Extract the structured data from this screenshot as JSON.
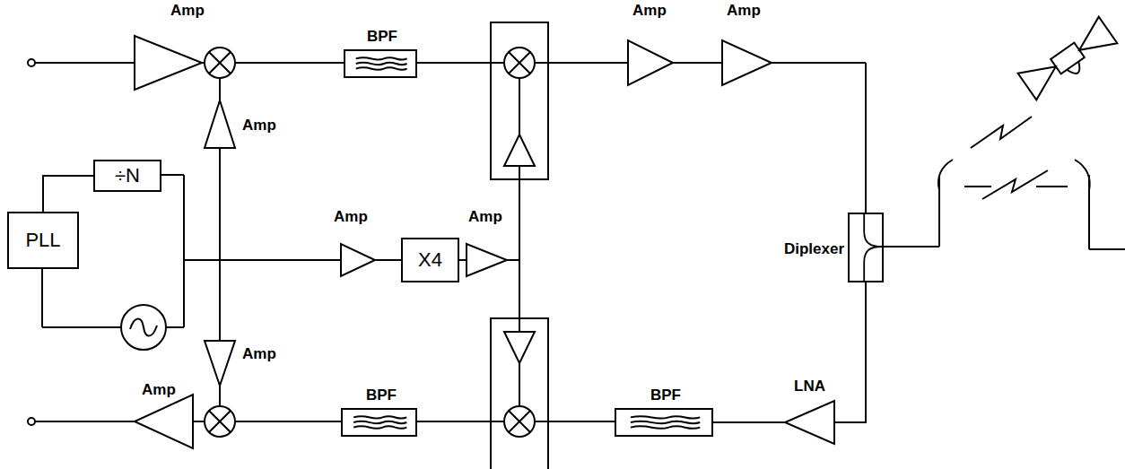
{
  "diagram": {
    "nodes": [
      {
        "text": [
          "BPF"
        ]
      },
      {
        "text": [
          "÷N"
        ]
      },
      {
        "text": [
          "PLL"
        ]
      },
      {
        "text": [
          "X4"
        ]
      },
      {
        "text": [
          "Diplexer"
        ]
      },
      {
        "text": [
          "BPF"
        ]
      },
      {
        "text": [
          "BPF"
        ]
      },
      {
        "text": [
          "LNA"
        ]
      }
    ],
    "edges": [
      {
        "from": 2,
        "to": 1,
        "arrow": "none"
      },
      {
        "from": 4,
        "to": 7,
        "arrow": "none"
      },
      {
        "from": 7,
        "to": 6,
        "arrow": "none"
      }
    ],
    "labels": [
      "Amp",
      "Amp",
      "Amp",
      "Amp",
      "Amp",
      "Amp",
      "Amp",
      "Amp"
    ]
  }
}
